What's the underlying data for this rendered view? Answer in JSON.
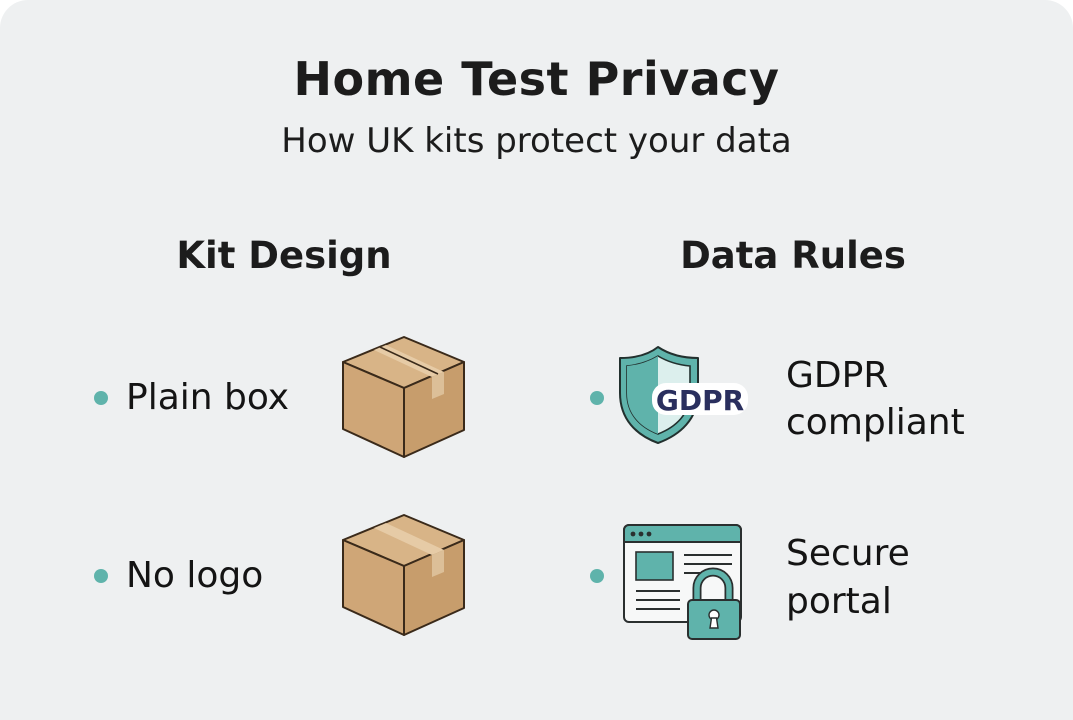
{
  "header": {
    "title": "Home Test Privacy",
    "subtitle": "How UK kits protect your data"
  },
  "columns": [
    {
      "heading": "Kit Design",
      "items": [
        {
          "label": "Plain box",
          "icon": "cardboard-box-icon"
        },
        {
          "label": "No logo",
          "icon": "cardboard-box-icon"
        }
      ]
    },
    {
      "heading": "Data Rules",
      "items": [
        {
          "label_line1": "GDPR",
          "label_line2": "compliant",
          "icon": "gdpr-shield-icon",
          "icon_text": "GDPR"
        },
        {
          "label_line1": "Secure",
          "label_line2": "portal",
          "icon": "secure-browser-lock-icon"
        }
      ]
    }
  ],
  "colors": {
    "background": "#eef0f1",
    "accent_teal": "#5fb3ab",
    "box_brown": "#d2ab7c",
    "gdpr_navy": "#2a2f5e",
    "text": "#1c1c1c"
  }
}
